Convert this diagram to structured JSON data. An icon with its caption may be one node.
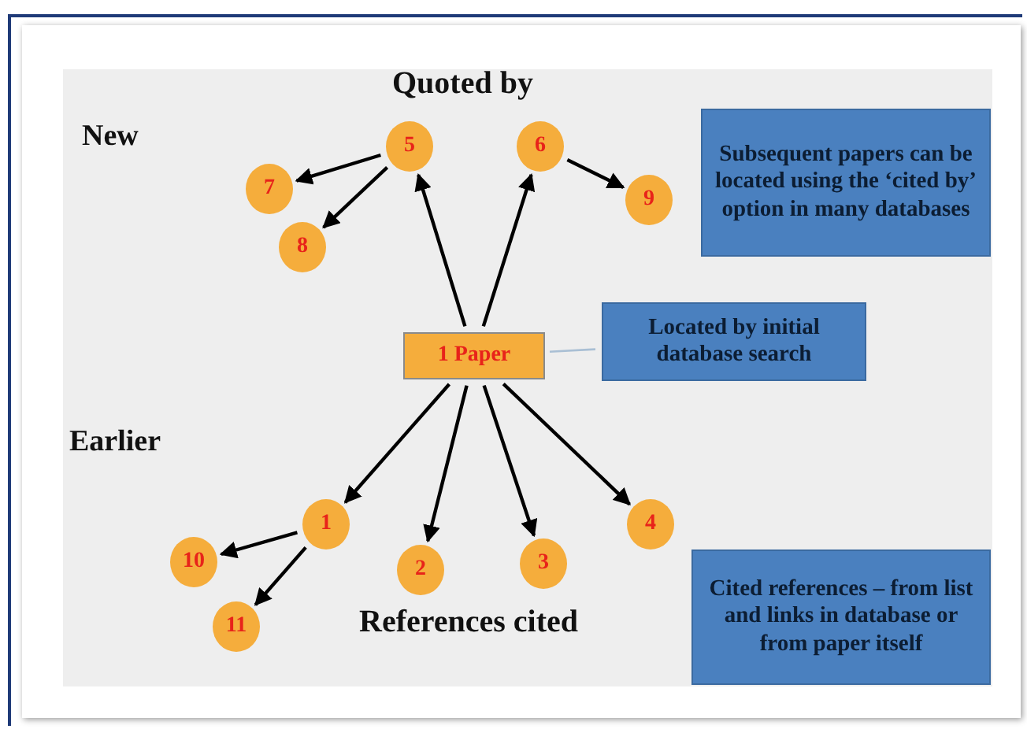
{
  "diagram": {
    "nodes": [
      {
        "text": [
          "5"
        ]
      },
      {
        "text": [
          "6"
        ]
      },
      {
        "text": [
          "Subsequent papers can be located using the ‘cited by’ option in many databases"
        ]
      },
      {
        "text": [
          "7"
        ]
      },
      {
        "text": [
          "9"
        ]
      },
      {
        "text": [
          "8"
        ]
      },
      {
        "text": [
          "1 Paper"
        ]
      },
      {
        "text": [
          "Located by initial database search"
        ]
      },
      {
        "text": [
          "1"
        ]
      },
      {
        "text": [
          "4"
        ]
      },
      {
        "text": [
          "10"
        ]
      },
      {
        "text": [
          "2"
        ]
      },
      {
        "text": [
          "3"
        ]
      },
      {
        "text": [
          "11"
        ]
      },
      {
        "text": [
          "Cited references – from list and links in database or from paper itself"
        ]
      }
    ],
    "edges": [
      {
        "from": 6,
        "to": 0,
        "arrow": "to"
      },
      {
        "from": 6,
        "to": 1,
        "arrow": "to"
      },
      {
        "from": 0,
        "to": 3,
        "arrow": "to"
      },
      {
        "from": 0,
        "to": 5,
        "arrow": "to"
      },
      {
        "from": 1,
        "to": 4,
        "arrow": "to"
      },
      {
        "from": 6,
        "to": 8,
        "arrow": "to"
      },
      {
        "from": 6,
        "to": 11,
        "arrow": "to"
      },
      {
        "from": 6,
        "to": 12,
        "arrow": "to"
      },
      {
        "from": 6,
        "to": 9,
        "arrow": "to"
      },
      {
        "from": 8,
        "to": 10,
        "arrow": "to"
      },
      {
        "from": 8,
        "to": 13,
        "arrow": "to"
      },
      {
        "from": 7,
        "to": 6,
        "arrow": "none",
        "color": "#a9bfd4"
      }
    ],
    "labels": [
      "Quoted by",
      "New",
      "Earlier",
      "References cited"
    ]
  }
}
